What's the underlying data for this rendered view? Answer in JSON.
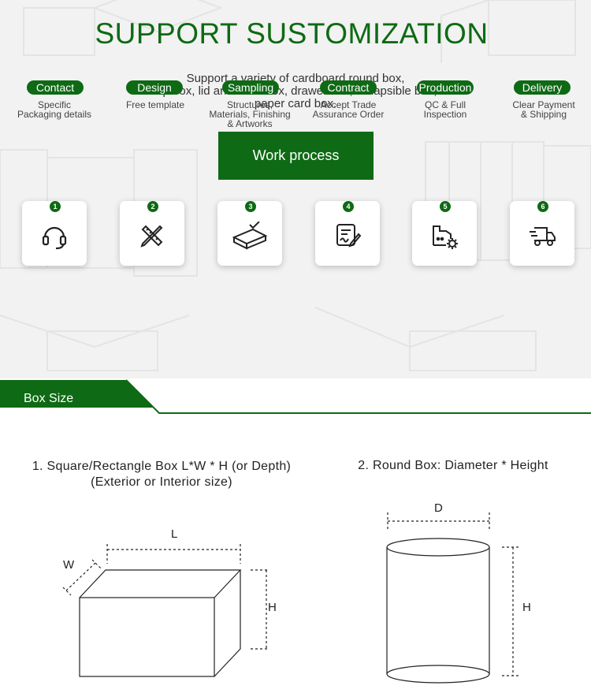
{
  "title": "SUPPORT SUSTOMIZATION",
  "subtitle_lines": [
    "Support a variety of cardboard round box,",
    "flip box, lid and base box, drawer box, collapsible box,",
    "paper card box."
  ],
  "work_process_label": "Work process",
  "accent_color": "#0e6a14",
  "steps": [
    {
      "num": "1",
      "label": "Contact",
      "icon": "headset-icon",
      "desc": [
        "Specific",
        "Packaging details"
      ]
    },
    {
      "num": "2",
      "label": "Design",
      "icon": "ruler-pencil-icon",
      "desc": [
        "Free template"
      ]
    },
    {
      "num": "3",
      "label": "Sampling",
      "icon": "box-check-icon",
      "desc": [
        "Structures,",
        "Materials, Finishing",
        "& Artworks"
      ]
    },
    {
      "num": "4",
      "label": "Contract",
      "icon": "contract-sign-icon",
      "desc": [
        "Accept Trade",
        "Assurance Order"
      ]
    },
    {
      "num": "5",
      "label": "Production",
      "icon": "factory-gear-icon",
      "desc": [
        "QC & Full",
        "Inspection"
      ]
    },
    {
      "num": "6",
      "label": "Delivery",
      "icon": "delivery-truck-icon",
      "desc": [
        "Clear Payment",
        "& Shipping"
      ]
    }
  ],
  "box_size_label": "Box Size",
  "square_caption": [
    "1. Square/Rectangle Box L*W * H (or Depth)",
    "(Exterior or Interior size)"
  ],
  "round_caption": "2. Round Box: Diameter * Height",
  "square_dims": {
    "l": "L",
    "w": "W",
    "h": "H"
  },
  "round_dims": {
    "d": "D",
    "h": "H"
  }
}
